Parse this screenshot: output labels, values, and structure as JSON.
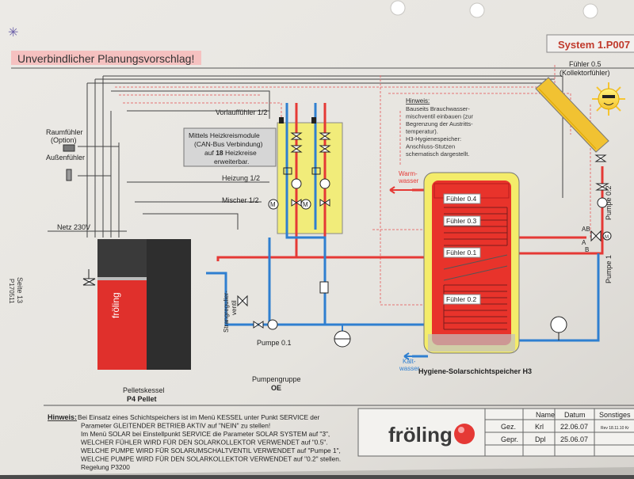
{
  "header": {
    "system_code": "System  1.P007",
    "planning_note": "Unverbindlicher Planungsvorschlag!"
  },
  "side_label": {
    "page": "Seite 13",
    "doc_number": "P170511"
  },
  "labels": {
    "room_sensor": "Raumfühler",
    "room_sensor_option": "(Option)",
    "outdoor_sensor": "Außenfühler",
    "mains": "Netz 230V",
    "flow_sensor": "Vorlauffühler 1/2",
    "heating": "Heizung 1/2",
    "mixer": "Mischer 1/2",
    "module_line1": "Mittels Heizkreismodule",
    "module_line2": "(CAN-Bus Verbindung)",
    "module_line3_pre": "auf ",
    "module_line3_bold": "18",
    "module_line3_post": " Heizkreise",
    "module_line4": "erweiterbar.",
    "boiler_brand": "fröling",
    "boiler_name": "Pelletskessel",
    "boiler_model": "P4 Pellet",
    "strang_valve_1": "Strangregulier-",
    "strang_valve_2": "ventil",
    "pump_01": "Pumpe 0.1",
    "pump_group": "Pumpengruppe",
    "pump_group_code": "OE",
    "warm_water_1": "Warm-",
    "warm_water_2": "wasser",
    "cold_water_1": "Kalt-",
    "cold_water_2": "wasser",
    "tank_name": "Hygiene-Solarschichtspeicher H3",
    "sensor_04": "Fühler 0.4",
    "sensor_03": "Fühler 0.3",
    "sensor_01": "Fühler 0.1",
    "sensor_02": "Fühler 0.2",
    "collector_sensor_1": "Fühler 0.5",
    "collector_sensor_2": "(Kollektorfühler)",
    "pump_02": "Pumpe 0.2",
    "pump_1": "Pumpe 1",
    "valve_ab": "AB",
    "valve_a": "A",
    "valve_b": "B",
    "motor_m": "M"
  },
  "hint_box": {
    "title": "Hinweis:",
    "lines": [
      "Bauseits Brauchwasser-",
      "mischventil einbauen (zur",
      "Begrenzung der Austritts-",
      "temperatur).",
      "H3-Hygienespeicher:",
      "Anschluss-Stutzen",
      "schematisch dargestellt."
    ]
  },
  "footer_note": {
    "title": "Hinweis:",
    "lines": [
      "Bei Einsatz eines Schichtspeichers ist im Menü KESSEL unter Punkt SERVICE der",
      "Parameter GLEITENDER BETRIEB AKTIV auf \"NEIN\" zu stellen!",
      "Im Menü SOLAR bei Einstellpunkt SERVICE  die Parameter SOLAR SYSTEM auf \"3\",",
      "WELCHER FÜHLER WIRD FÜR DEN SOLARKOLLEKTOR VERWENDET auf \"0.5\".",
      "WELCHE PUMPE WIRD FÜR SOLARUMSCHALTVENTIL VERWENDET auf \"Pumpe 1\",",
      "WELCHE PUMPE WIRD FÜR DEN SOLARKOLLEKTOR VERWENDET auf \"0.2\" stellen.",
      "Regelung P3200"
    ]
  },
  "title_block": {
    "brand": "fröling",
    "headers": [
      "Name",
      "Datum",
      "Sonstiges"
    ],
    "rows": [
      {
        "label": "Gez.",
        "name": "Krl",
        "date": "22.06.07",
        "other": "Rev 18.11.10 Kr"
      },
      {
        "label": "Gepr.",
        "name": "Dpl",
        "date": "25.06.07",
        "other": ""
      }
    ]
  },
  "colors": {
    "hot_pipe": "#e53935",
    "cold_pipe": "#2f7fd0",
    "tank_yellow": "#f4ec6a",
    "tank_red": "#e8332b",
    "boiler_red": "#e0302c",
    "boiler_dark": "#2e2e2e",
    "header_title": "#c0392b",
    "dashed_red": "#e57373"
  }
}
